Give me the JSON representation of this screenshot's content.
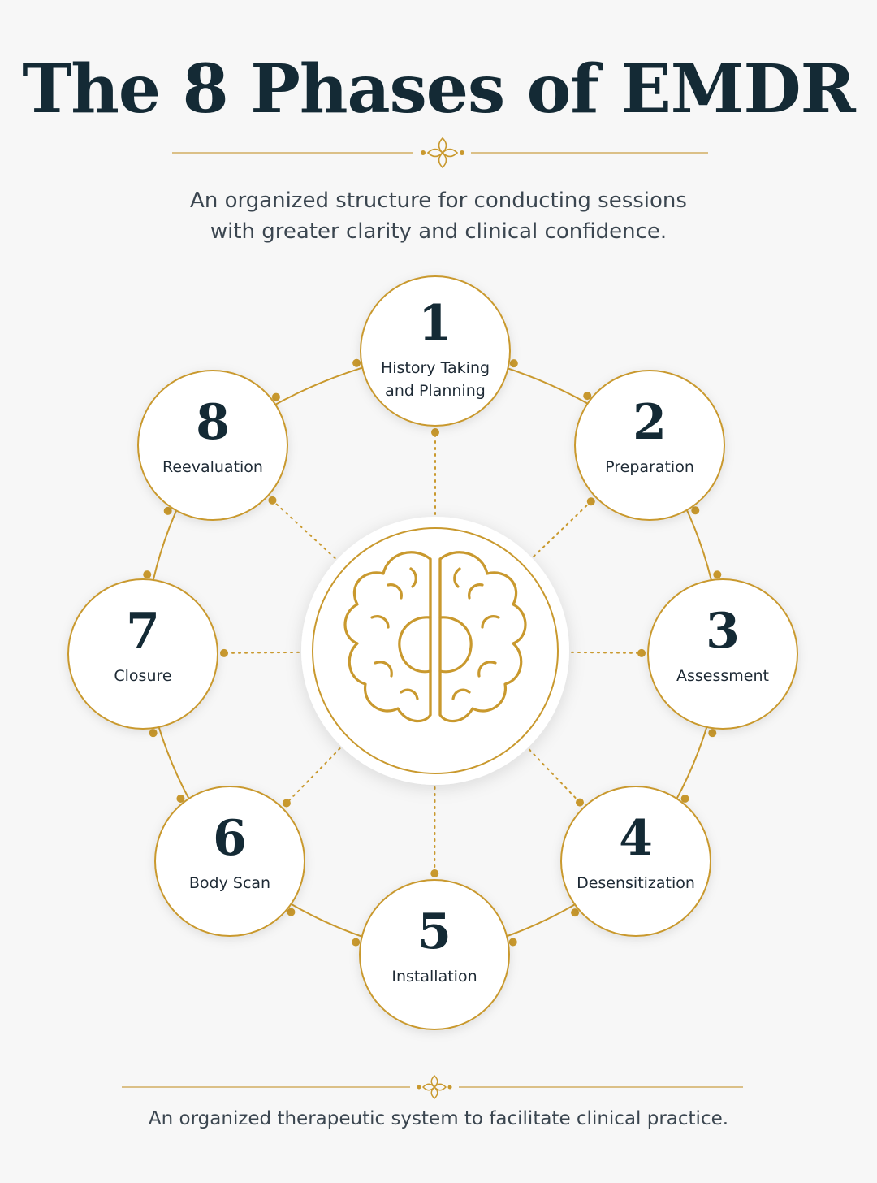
{
  "title": "The 8 Phases of EMDR",
  "subtitle": {
    "line1": "An organized structure for conducting sessions",
    "line2": "with greater clarity and clinical confidence."
  },
  "center_icon": "brain-icon",
  "divider_icon": "flourish-icon",
  "colors": {
    "gold": "#c9992e",
    "navy": "#142a35",
    "background": "#f7f7f7"
  },
  "phases": [
    {
      "number": "1",
      "label_lines": [
        "History Taking",
        "and Planning"
      ]
    },
    {
      "number": "2",
      "label_lines": [
        "Preparation"
      ]
    },
    {
      "number": "3",
      "label_lines": [
        "Assessment"
      ]
    },
    {
      "number": "4",
      "label_lines": [
        "Desensitization"
      ]
    },
    {
      "number": "5",
      "label_lines": [
        "Installation"
      ]
    },
    {
      "number": "6",
      "label_lines": [
        "Body Scan"
      ]
    },
    {
      "number": "7",
      "label_lines": [
        "Closure"
      ]
    },
    {
      "number": "8",
      "label_lines": [
        "Reevaluation"
      ]
    }
  ],
  "footer": "An organized therapeutic system to facilitate clinical practice."
}
